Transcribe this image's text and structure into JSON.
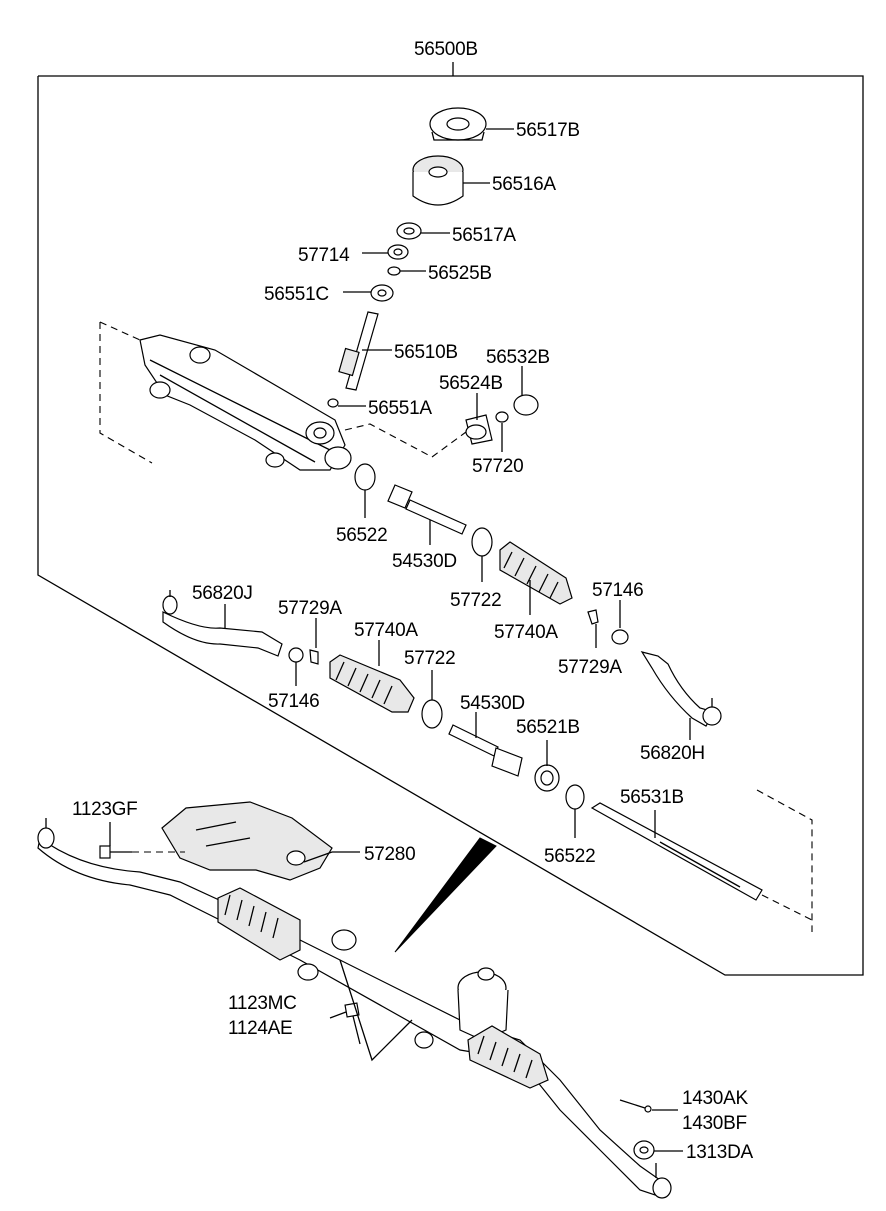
{
  "diagram": {
    "assembly_label": "56500B",
    "parts": {
      "p56517B": "56517B",
      "p56516A": "56516A",
      "p56517A": "56517A",
      "p57714": "57714",
      "p56525B": "56525B",
      "p56551C": "56551C",
      "p56510B": "56510B",
      "p56532B": "56532B",
      "p56524B": "56524B",
      "p56551A": "56551A",
      "p57720": "57720",
      "p56522_top": "56522",
      "p54530D_top": "54530D",
      "p57722_top": "57722",
      "p57740A_right": "57740A",
      "p57146_right": "57146",
      "p57729A_right": "57729A",
      "p56820J": "56820J",
      "p57729A_left": "57729A",
      "p57740A_left": "57740A",
      "p57722_left": "57722",
      "p57146_left": "57146",
      "p54530D_mid": "54530D",
      "p56521B": "56521B",
      "p56820H": "56820H",
      "p56531B": "56531B",
      "p56522_bottom": "56522",
      "p1123GF": "1123GF",
      "p57280": "57280",
      "p1123MC": "1123MC",
      "p1124AE": "1124AE",
      "p1430AK": "1430AK",
      "p1430BF": "1430BF",
      "p1313DA": "1313DA"
    }
  }
}
